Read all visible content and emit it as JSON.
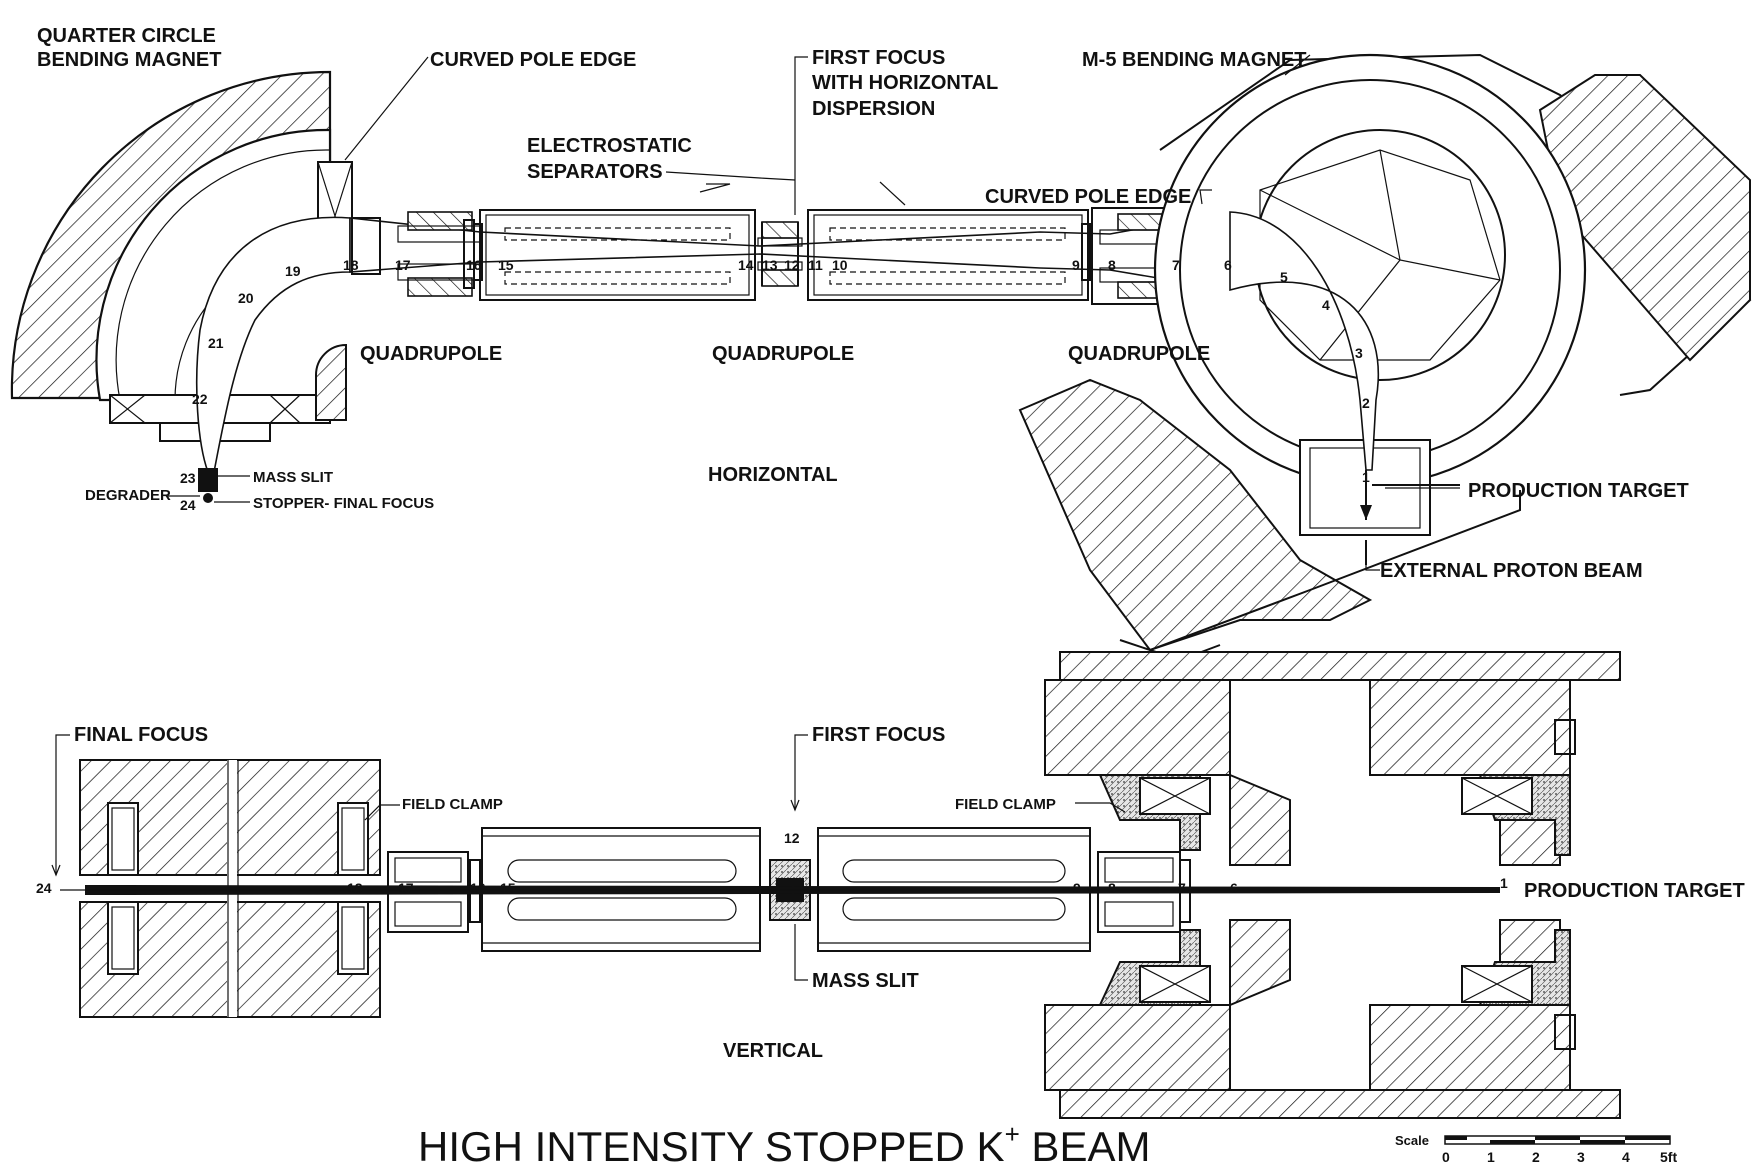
{
  "title_main": "HIGH INTENSITY STOPPED K",
  "title_sup": "+",
  "title_end": " BEAM",
  "horizontal": {
    "view_label": "HORIZONTAL",
    "quarter_circle_1": "QUARTER CIRCLE",
    "quarter_circle_2": "BENDING MAGNET",
    "curved_pole_edge_left": "CURVED POLE EDGE",
    "first_focus_1": "FIRST FOCUS",
    "first_focus_2": "WITH HORIZONTAL",
    "first_focus_3": "DISPERSION",
    "separators_1": "ELECTROSTATIC",
    "separators_2": "SEPARATORS",
    "m5_magnet": "M-5 BENDING MAGNET",
    "curved_pole_edge_right": "CURVED POLE EDGE",
    "quadrupole_left": "QUADRUPOLE",
    "quadrupole_mid": "QUADRUPOLE",
    "quadrupole_right": "QUADRUPOLE",
    "mass_slit": "MASS SLIT",
    "degrader": "DEGRADER",
    "stopper": "STOPPER- FINAL FOCUS",
    "production_target": "PRODUCTION TARGET",
    "external_proton_beam": "EXTERNAL PROTON BEAM",
    "stations": [
      "1",
      "2",
      "3",
      "4",
      "5",
      "6",
      "7",
      "8",
      "9",
      "10",
      "11",
      "12",
      "13",
      "14",
      "15",
      "16",
      "17",
      "18",
      "19",
      "20",
      "21",
      "22",
      "23",
      "24"
    ]
  },
  "vertical": {
    "view_label": "VERTICAL",
    "final_focus": "FINAL FOCUS",
    "field_clamp_left": "FIELD CLAMP",
    "first_focus": "FIRST FOCUS",
    "field_clamp_right": "FIELD CLAMP",
    "mass_slit": "MASS SLIT",
    "production_target": "PRODUCTION TARGET",
    "stations": [
      "24",
      "18",
      "17",
      "16",
      "15",
      "12",
      "9",
      "8",
      "7",
      "6",
      "1"
    ]
  },
  "scale": {
    "label": "Scale",
    "ticks": [
      "0",
      "1",
      "2",
      "3",
      "4",
      "5ft"
    ]
  }
}
